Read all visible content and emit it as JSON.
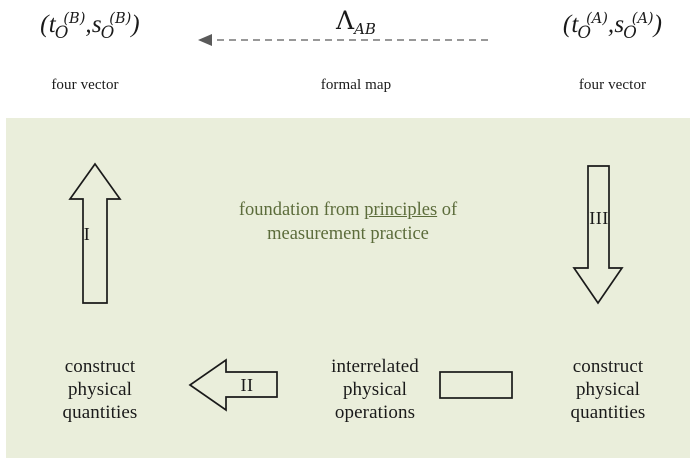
{
  "figure": {
    "background_color": "#ffffff",
    "panel_color": "#eaeedb",
    "accent_text_color": "#5c6c3b",
    "line_color": "#1a1a1a",
    "dashed_line_color": "#8a8a8a"
  },
  "top_row": {
    "left_four_vector": {
      "open": "(",
      "t_symbol": "t",
      "t_subscript": "O",
      "t_superscript": "(B)",
      "comma": ",",
      "s_symbol": "s",
      "s_subscript": "O",
      "s_superscript": "(B)",
      "close": ")",
      "caption": "four vector"
    },
    "right_four_vector": {
      "open": "(",
      "t_symbol": "t",
      "t_subscript": "O",
      "t_superscript": "(A)",
      "comma": ",",
      "s_symbol": "s",
      "s_subscript": "O",
      "s_superscript": "(A)",
      "close": ")",
      "caption": "four vector"
    },
    "map": {
      "symbol": "Λ",
      "subscript": "AB",
      "caption": "formal map",
      "direction": "right-to-left",
      "style": "dashed"
    }
  },
  "panel": {
    "center_note": {
      "line1_before": "foundation from ",
      "line1_underlined": "principles",
      "line1_after": " of",
      "line2": "measurement practice"
    },
    "arrow_one": {
      "label": "I",
      "direction": "up"
    },
    "arrow_three": {
      "label": "III",
      "direction": "down"
    },
    "arrow_two": {
      "label": "II",
      "direction": "left"
    },
    "empty_box": {
      "label": ""
    },
    "bottom_left": "construct\nphysical\nquantities",
    "bottom_left_lines": [
      "construct",
      "physical",
      "quantities"
    ],
    "bottom_center_lines": [
      "interrelated",
      "physical",
      "operations"
    ],
    "bottom_right_lines": [
      "construct",
      "physical",
      "quantities"
    ]
  }
}
